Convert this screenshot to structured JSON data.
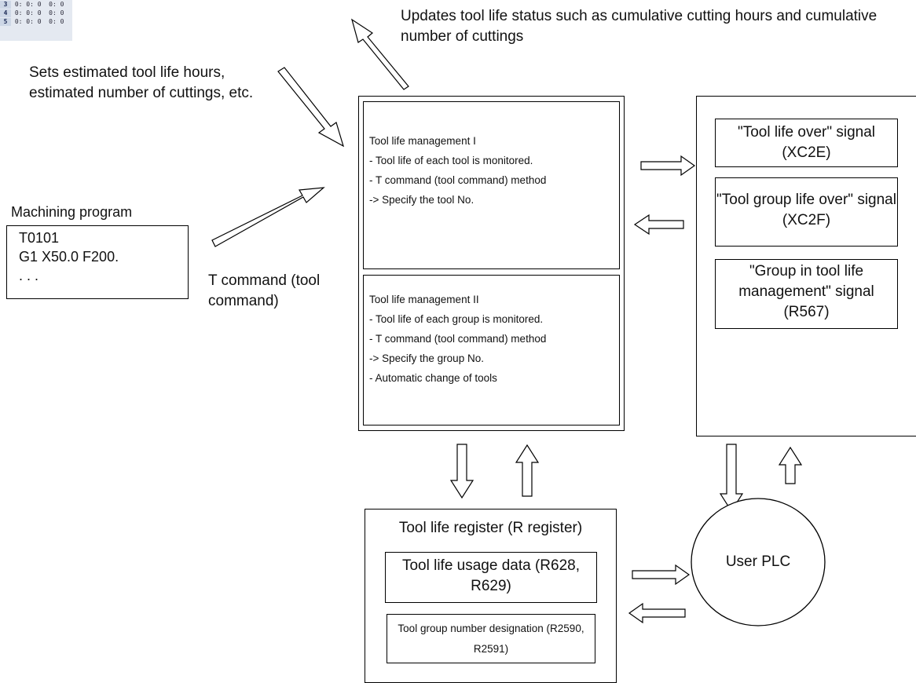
{
  "screenshot_fragment": {
    "rows": [
      {
        "num": "3",
        "text": " 0: 0: 0  0: 0    0    0   0   0"
      },
      {
        "num": "4",
        "text": " 0: 0: 0  0: 0    0    0   0   0"
      },
      {
        "num": "5",
        "text": " 0: 0: 0  0: 0    0    0   0   0"
      }
    ]
  },
  "annotations": {
    "updates_status": "Updates tool life status such as cumulative cutting hours and cumulative number of cuttings",
    "sets_estimated": "Sets estimated tool life hours, estimated number of cuttings, etc.",
    "t_command": "T command (tool command)"
  },
  "machining_program": {
    "title": "Machining program",
    "lines": [
      "T0101",
      "G1 X50.0 F200.",
      ". . ."
    ]
  },
  "tool_life_management_1": {
    "lines": [
      "Tool life management I",
      "- Tool life of each tool is monitored.",
      "- T command (tool command) method",
      "-> Specify the tool No."
    ]
  },
  "tool_life_management_2": {
    "lines": [
      "Tool life management II",
      "- Tool life of each group is monitored.",
      "- T command (tool command) method",
      "-> Specify the group No.",
      "- Automatic change of tools"
    ]
  },
  "signals": {
    "tool_life_over": "\"Tool life over\" signal (XC2E)",
    "tool_group_life_over": "\"Tool group life over\" signal (XC2F)",
    "group_in_management": "\"Group in tool life management\" signal (R567)"
  },
  "register": {
    "title": "Tool life register (R register)",
    "usage_data": "Tool life usage data (R628, R629)",
    "group_designation": "Tool group number designation (R2590, R2591)"
  },
  "user_plc": "User PLC"
}
